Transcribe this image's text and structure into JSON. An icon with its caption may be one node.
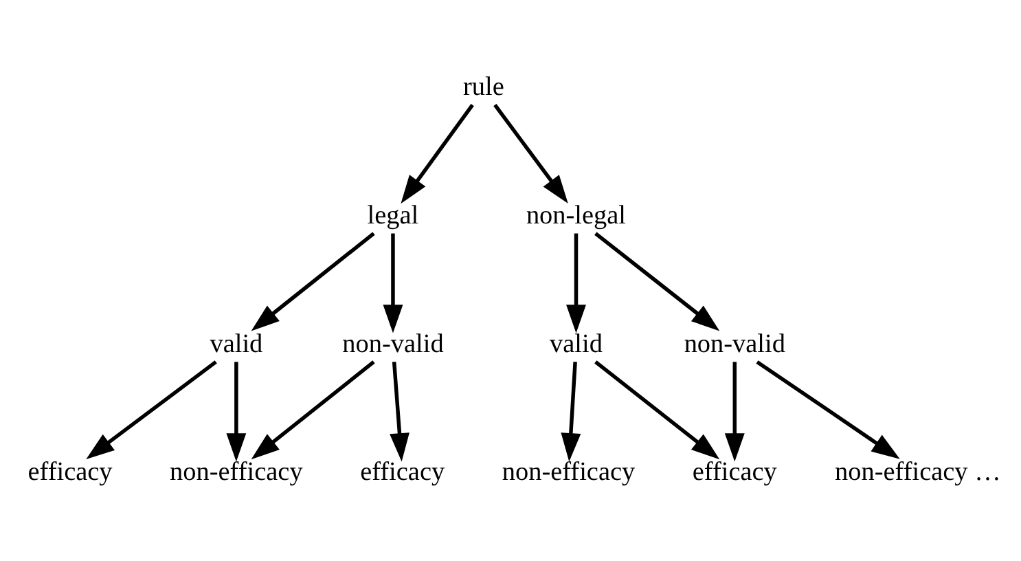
{
  "diagram": {
    "nodes": [
      {
        "text": [
          "rule"
        ]
      },
      {
        "text": [
          "legal"
        ]
      },
      {
        "text": [
          "non-legal"
        ]
      },
      {
        "text": [
          "valid"
        ]
      },
      {
        "text": [
          "non-valid"
        ]
      },
      {
        "text": [
          "valid"
        ]
      },
      {
        "text": [
          "non-valid"
        ]
      },
      {
        "text": [
          "efficacy"
        ]
      },
      {
        "text": [
          "non-efficacy"
        ]
      },
      {
        "text": [
          "efficacy"
        ]
      },
      {
        "text": [
          "non-efficacy"
        ]
      },
      {
        "text": [
          "efficacy"
        ]
      },
      {
        "text": [
          "non-efficacy …"
        ]
      }
    ],
    "edges": [
      {
        "from": 0,
        "to": 1,
        "arrow": "to"
      },
      {
        "from": 0,
        "to": 2,
        "arrow": "to"
      },
      {
        "from": 1,
        "to": 3,
        "arrow": "to"
      },
      {
        "from": 1,
        "to": 4,
        "arrow": "to"
      },
      {
        "from": 2,
        "to": 5,
        "arrow": "to"
      },
      {
        "from": 2,
        "to": 6,
        "arrow": "to"
      },
      {
        "from": 3,
        "to": 7,
        "arrow": "to"
      },
      {
        "from": 3,
        "to": 8,
        "arrow": "to"
      },
      {
        "from": 4,
        "to": 8,
        "arrow": "to"
      },
      {
        "from": 4,
        "to": 9,
        "arrow": "to"
      },
      {
        "from": 5,
        "to": 10,
        "arrow": "to"
      },
      {
        "from": 5,
        "to": 11,
        "arrow": "to"
      },
      {
        "from": 6,
        "to": 11,
        "arrow": "to"
      },
      {
        "from": 6,
        "to": 12,
        "arrow": "to"
      }
    ]
  }
}
